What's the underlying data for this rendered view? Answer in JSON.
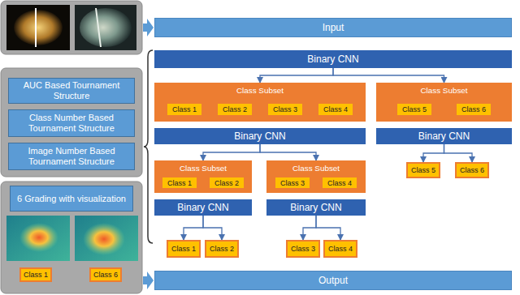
{
  "diagram": {
    "nodes": [
      {
        "text": [
          "Input"
        ]
      },
      {
        "text": [
          "AUC Based Tournament Structure"
        ]
      },
      {
        "text": [
          "Class Number Based Tournament Structure"
        ]
      },
      {
        "text": [
          "Image Number Based Tournament Structure"
        ]
      },
      {
        "text": [
          "6 Grading with visualization"
        ]
      },
      {
        "text": [
          "Class 1"
        ]
      },
      {
        "text": [
          "Class 6"
        ]
      },
      {
        "text": [
          "Binary CNN"
        ]
      },
      {
        "text": [
          "Class Subset"
        ]
      },
      {
        "text": [
          "Class 1"
        ],
        "in": 8
      },
      {
        "text": [
          "Class 2"
        ],
        "in": 8
      },
      {
        "text": [
          "Class 3"
        ],
        "in": 8
      },
      {
        "text": [
          "Class 4"
        ],
        "in": 8
      },
      {
        "text": [
          "Class Subset"
        ]
      },
      {
        "text": [
          "Class 5"
        ],
        "in": 13
      },
      {
        "text": [
          "Class 6"
        ],
        "in": 13
      },
      {
        "text": [
          "Binary CNN"
        ]
      },
      {
        "text": [
          "Binary CNN"
        ]
      },
      {
        "text": [
          "Class Subset"
        ]
      },
      {
        "text": [
          "Class 1"
        ],
        "in": 18
      },
      {
        "text": [
          "Class 2"
        ],
        "in": 18
      },
      {
        "text": [
          "Class Subset"
        ]
      },
      {
        "text": [
          "Class 3"
        ],
        "in": 21
      },
      {
        "text": [
          "Class 4"
        ],
        "in": 21
      },
      {
        "text": [
          "Class 5"
        ]
      },
      {
        "text": [
          "Class 6"
        ]
      },
      {
        "text": [
          "Binary CNN"
        ]
      },
      {
        "text": [
          "Binary CNN"
        ]
      },
      {
        "text": [
          "Class 1"
        ]
      },
      {
        "text": [
          "Class 2"
        ]
      },
      {
        "text": [
          "Class 3"
        ]
      },
      {
        "text": [
          "Class 4"
        ]
      },
      {
        "text": [
          "Output"
        ]
      }
    ],
    "edges": [
      {
        "from": 7,
        "to": 8,
        "arrow": "to"
      },
      {
        "from": 7,
        "to": 13,
        "arrow": "to"
      },
      {
        "from": 16,
        "to": 18,
        "arrow": "to"
      },
      {
        "from": 16,
        "to": 21,
        "arrow": "to"
      },
      {
        "from": 17,
        "to": 24,
        "arrow": "to"
      },
      {
        "from": 17,
        "to": 25,
        "arrow": "to"
      },
      {
        "from": 26,
        "to": 28,
        "arrow": "to"
      },
      {
        "from": 26,
        "to": 29,
        "arrow": "to"
      },
      {
        "from": 27,
        "to": 30,
        "arrow": "to"
      },
      {
        "from": 27,
        "to": 31,
        "arrow": "to"
      }
    ]
  }
}
